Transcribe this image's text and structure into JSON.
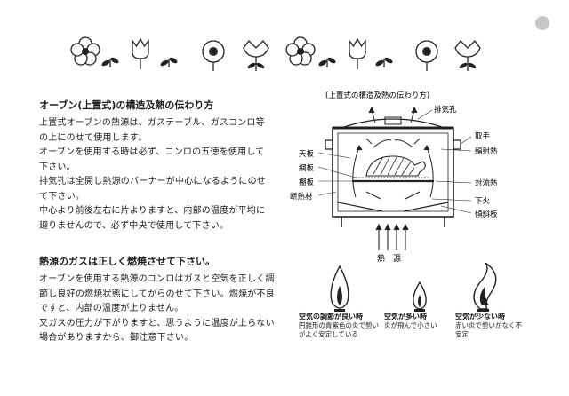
{
  "section1": {
    "heading": "オーブン(上置式)の構造及熱の伝わり方",
    "paragraphs": [
      "上置式オーブンの熱源は、ガステーブル、ガスコンロ等の上にのせて使用します。",
      "オーブンを使用する時は必ず、コンロの五徳を使用して下さい。",
      "排気孔は全開し熱源のバーナーが中心になるようにのせて下さい。",
      "中心より前後左右に片よりますと、内部の温度が平均に廻りませんので、必ず中央で使用して下さい。"
    ]
  },
  "diagram": {
    "title": "(上置式の構造及熱の伝わり方)",
    "labels": {
      "exhaust": "排気孔",
      "handle": "取手",
      "radiant": "輻射熱",
      "top_plate": "天板",
      "wire_rack": "網板",
      "shelf": "棚板",
      "insulation": "断熱材",
      "convection": "対流熱",
      "bottom_fire": "下火",
      "sloped_plate": "傾斜板",
      "heat_source": "熱　源"
    }
  },
  "section2": {
    "heading": "熱源のガスは正しく燃焼させて下さい。",
    "paragraphs": [
      "オーブンを使用する熱源のコンロはガスと空気を正しく調節し良好の燃焼状態にしてからのせて下さい。燃焼が不良ですと、内部の温度が上りません。",
      "又ガスの圧力が下がりますと、思うように温度が上らない場合がありますから、御注意下さい。"
    ]
  },
  "flames": [
    {
      "title": "空気の調節が良い時",
      "desc": "円錐形の青紫色の炎で勢いがよく安定している"
    },
    {
      "title": "空気が多い時",
      "desc": "炎が飛んで小さい"
    },
    {
      "title": "空気が少ない時",
      "desc": "赤い炎で勢いがなく不安定"
    }
  ]
}
